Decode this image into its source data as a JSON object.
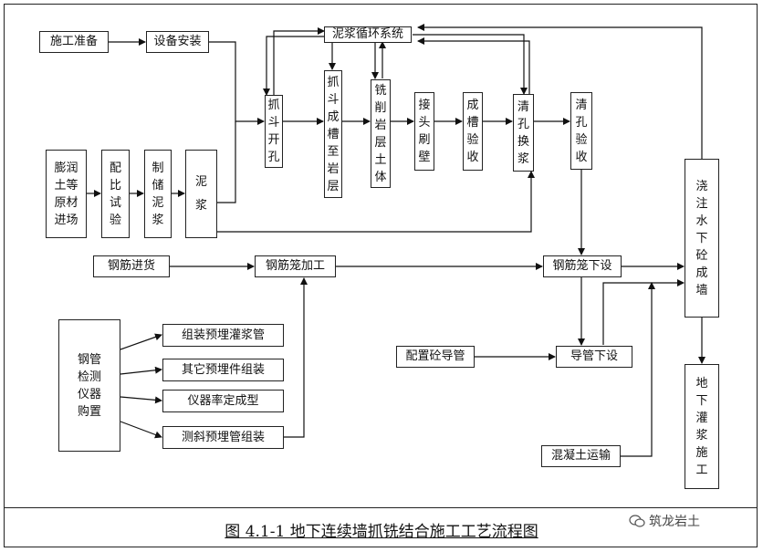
{
  "diagram": {
    "caption": "图 4.1-1 地下连续墙抓铣结合施工工艺流程图",
    "watermark": "筑龙岩土",
    "nodes": {
      "prep": "施工准备",
      "equip": "设备安装",
      "mud_cycle": "泥浆循环系统",
      "grab_open": "抓斗开孔",
      "grab_rock": "抓斗成槽至岩层",
      "mill_rock": "铣削岩层土体",
      "joint_brush": "接头刷壁",
      "trench_check": "成槽验收",
      "clean_replace": "清孔换浆",
      "clean_check": "清孔验收",
      "bentonite": "膨润土等原材进场",
      "mix_test": "配比试验",
      "make_mud": "制储泥浆",
      "mud": "泥 浆",
      "rebar_in": "钢筋进货",
      "cage_make": "钢筋笼加工",
      "cage_set": "钢筋笼下设",
      "pipe_buy": "钢管检测仪器购置",
      "grout_pipe": "组装预埋灌浆管",
      "other_parts": "其它预埋件组装",
      "instr_cal": "仪器率定成型",
      "incl_pipe": "测斜预埋管组装",
      "tremie_cfg": "配置砼导管",
      "tremie_set": "导管下设",
      "concrete": "混凝土运输",
      "pour": "浇注水下砼成墙",
      "grout": "地下灌浆施工"
    }
  }
}
